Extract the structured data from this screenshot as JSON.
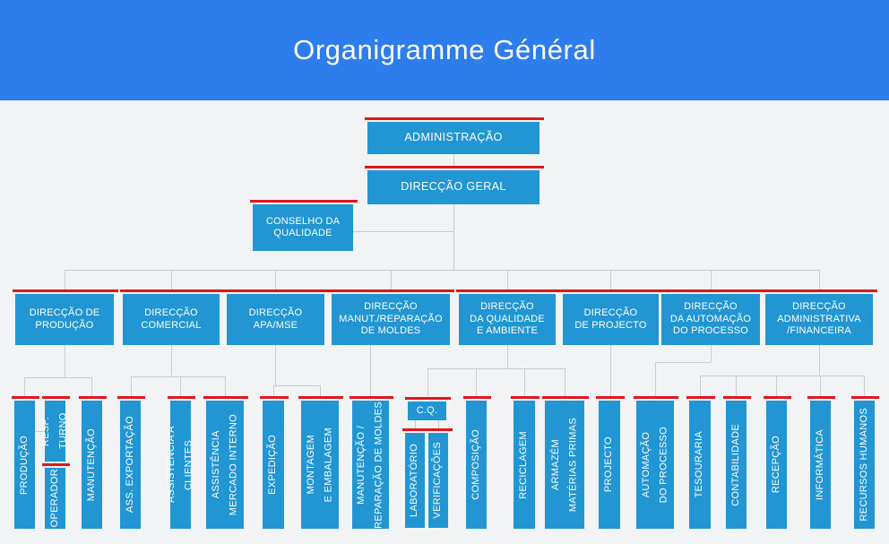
{
  "palette": {
    "header_blue": "#2e7ded",
    "box_blue": "#2196d3",
    "accent_red": "#e2171e",
    "connector_gray": "#c9ccd1",
    "page_bg": "#f2f3f5",
    "text_white": "#ffffff"
  },
  "header": {
    "title": "Organigramme Général"
  },
  "org": {
    "level1": {
      "administracao": "ADMINISTRAÇÃO",
      "direccao_geral": "DIRECÇÃO GERAL",
      "conselho_qualidade": "CONSELHO DA\nQUALIDADE"
    },
    "departments": {
      "producao": "DIRECÇÃO DE\nPRODUÇÃO",
      "comercial": "DIRECÇÃO\nCOMERCIAL",
      "apa_mse": "DIRECÇÃO\nAPA/MSE",
      "manut_moldes": "DIRECÇÃO\nMANUT./REPARAÇÃO\nDE MOLDES",
      "qualidade_ambiente": "DIRECÇÃO\nDA QUALIDADE\nE AMBIENTE",
      "projecto": "DIRECÇÃO\nDE PROJECTO",
      "automacao_processo": "DIRECÇÃO\nDA AUTOMAÇÃO\nDO PROCESSO",
      "administrativa_financeira": "DIRECÇÃO\nADMINISTRATIVA\n/FINANCEIRA"
    },
    "units": {
      "producao": "PRODUÇÃO",
      "resp_turno": "RESP. TURNO",
      "operador": "OPERADOR",
      "manutencao": "MANUTENÇÃO",
      "ass_exportacao": "ASS. EXPORTAÇÃO",
      "assistencia_clientes": "ASSISTÊNCIA A CLIENTES",
      "assistencia_mercado": "ASSISTÊNCIA\nMERCADO INTERNO",
      "expedicao": "EXPEDIÇÃO",
      "montagem_embalagem": "MONTAGEM\nE EMBALAGEM",
      "manutencao_reparacao": "MANUTENÇÃO /\nREPARAÇÃO DE MOLDES",
      "cq": "C.Q.",
      "laboratorio": "LABORATÓRIO",
      "verificacoes": "VERIFICAÇÕES",
      "composicao": "COMPOSIÇÃO",
      "reciclagem": "RECICLAGEM",
      "armazem_materias": "ARMAZÉM\nMATÉRIAS PRIMAS",
      "projecto": "PROJECTO",
      "automacao_processo": "AUTOMAÇÃO\nDO PROCESSO",
      "tesouraria": "TESOURARIA",
      "contabilidade": "CONTABILIDADE",
      "recepcao": "RECEPÇÃO",
      "informatica": "INFORMÁTICA",
      "recursos_humanos": "RECURSOS HUMANOS"
    }
  }
}
